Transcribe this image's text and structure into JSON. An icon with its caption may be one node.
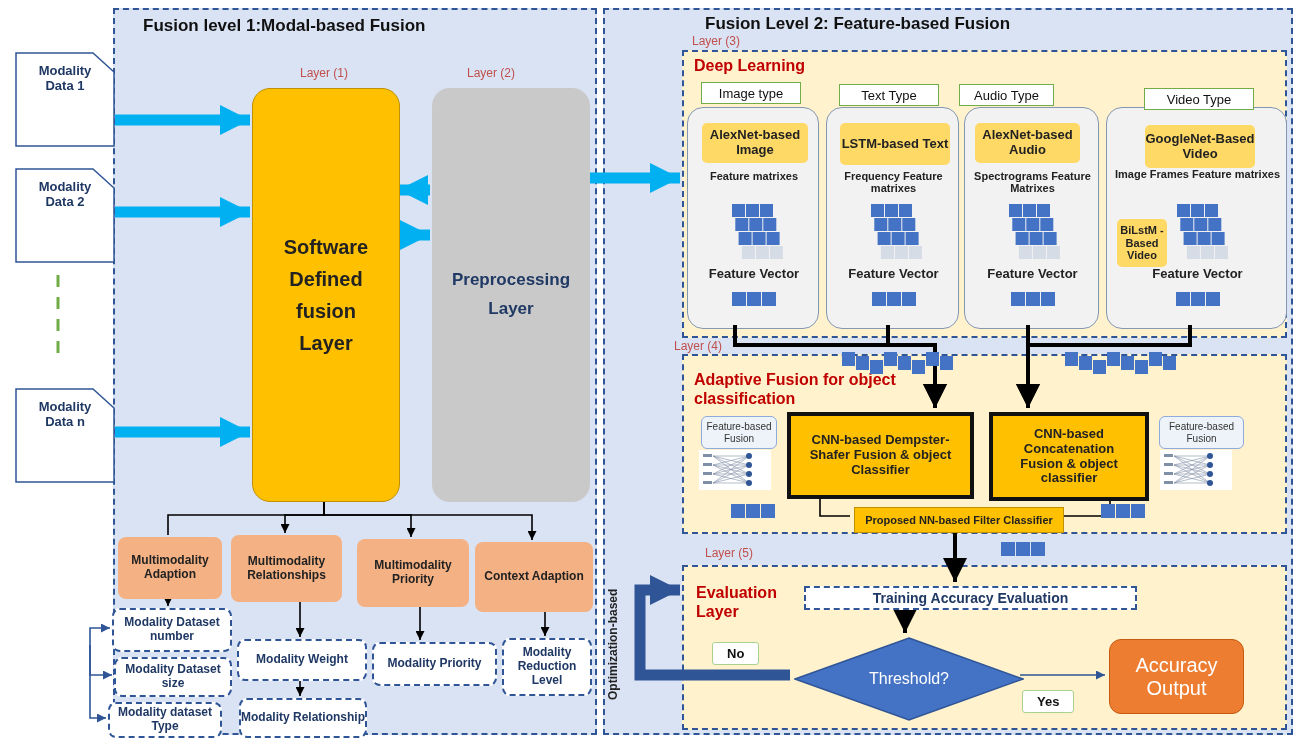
{
  "diagram": {
    "nodes": [
      {
        "text": [
          "Fusion level 1:Modal-based Fusion"
        ]
      },
      {
        "text": [
          "Modality Data 1"
        ]
      },
      {
        "text": [
          "Modality Data 2"
        ]
      },
      {
        "text": [
          "Modality Data n"
        ]
      },
      {
        "text": [
          "Software Defined fusion Layer"
        ],
        "in": 0,
        "beside": [
          "Layer (1)"
        ]
      },
      {
        "text": [
          "Preprocessing Layer"
        ],
        "in": 0,
        "beside": [
          "Layer (2)"
        ]
      },
      {
        "text": [
          "Multimodality Adaption"
        ],
        "in": 0
      },
      {
        "text": [
          "Multimodality Relationships"
        ],
        "in": 0
      },
      {
        "text": [
          "Multimodality Priority"
        ],
        "in": 0
      },
      {
        "text": [
          "Context Adaption"
        ],
        "in": 0
      },
      {
        "text": [
          "Modality Dataset number"
        ],
        "in": 0
      },
      {
        "text": [
          "Modality Dataset size"
        ],
        "in": 0
      },
      {
        "text": [
          "Modality dataset Type"
        ],
        "in": 0
      },
      {
        "text": [
          "Modality Weight"
        ],
        "in": 0
      },
      {
        "text": [
          "Modality Relationship"
        ],
        "in": 0
      },
      {
        "text": [
          "Modality Priority"
        ],
        "in": 0
      },
      {
        "text": [
          "Modality Reduction Level"
        ],
        "in": 0
      },
      {
        "text": [
          "Fusion Level 2: Feature-based Fusion"
        ]
      },
      {
        "text": [
          "Deep Learning"
        ],
        "in": 17,
        "beside": [
          "Layer (3)"
        ]
      },
      {
        "text": [
          "Image type",
          "Feature matrixes",
          "Feature Vector"
        ],
        "in": 18
      },
      {
        "text": [
          "AlexNet-based Image"
        ],
        "in": 19
      },
      {
        "text": [
          "Text Type",
          "Frequency Feature matrixes",
          "Feature Vector"
        ],
        "in": 18
      },
      {
        "text": [
          "LSTM-based Text"
        ],
        "in": 21
      },
      {
        "text": [
          "Audio Type",
          "Spectrograms Feature Matrixes",
          "Feature Vector"
        ],
        "in": 18
      },
      {
        "text": [
          "AlexNet-based Audio"
        ],
        "in": 23
      },
      {
        "text": [
          "Video Type",
          "Image Frames Feature matrixes",
          "Feature Vector"
        ],
        "in": 18
      },
      {
        "text": [
          "GoogleNet-Based Video"
        ],
        "in": 25
      },
      {
        "text": [
          "BiLstM -Based Video"
        ],
        "in": 25
      },
      {
        "text": [
          "Adaptive Fusion for object classification"
        ],
        "in": 17,
        "beside": [
          "Layer (4)"
        ]
      },
      {
        "text": [
          "Feature-based Fusion"
        ],
        "in": 28
      },
      {
        "text": [
          "CNN-based Dempster-Shafer Fusion & object Classifier"
        ],
        "in": 28
      },
      {
        "text": [
          "CNN-based Concatenation Fusion & object classifier"
        ],
        "in": 28
      },
      {
        "text": [
          "Feature-based Fusion"
        ],
        "in": 28
      },
      {
        "text": [
          "Proposed NN-based Filter Classifier"
        ],
        "in": 28
      },
      {
        "text": [
          "Evaluation Layer"
        ],
        "in": 17,
        "beside": [
          "Layer (5)"
        ]
      },
      {
        "text": [
          "Training Accuracy Evaluation"
        ],
        "in": 34
      },
      {
        "text": [
          "Threshold?"
        ],
        "in": 34
      },
      {
        "text": [
          "Accuracy Output"
        ],
        "in": 34
      }
    ],
    "edges": [
      {
        "from": 1,
        "to": 4,
        "arrow": "to",
        "style": "thick",
        "color": "#00b0f0"
      },
      {
        "from": 2,
        "to": 4,
        "arrow": "to",
        "style": "thick",
        "color": "#00b0f0"
      },
      {
        "from": 3,
        "to": 4,
        "arrow": "to",
        "style": "thick",
        "color": "#00b0f0"
      },
      {
        "from": 5,
        "to": 4,
        "arrow": "to",
        "style": "thick",
        "color": "#00b0f0"
      },
      {
        "from": 4,
        "to": 5,
        "arrow": "to",
        "style": "thick",
        "color": "#00b0f0"
      },
      {
        "from": 5,
        "to": 18,
        "arrow": "to",
        "style": "thick",
        "color": "#00b0f0"
      },
      {
        "from": 4,
        "to": 6,
        "arrow": "none"
      },
      {
        "from": 4,
        "to": 7,
        "arrow": "to"
      },
      {
        "from": 4,
        "to": 8,
        "arrow": "to"
      },
      {
        "from": 4,
        "to": 9,
        "arrow": "to"
      },
      {
        "from": 6,
        "to": 10,
        "arrow": "to"
      },
      {
        "from": null,
        "to": 10,
        "arrow": "to",
        "color": "#2f5597"
      },
      {
        "from": null,
        "to": 11,
        "arrow": "to",
        "color": "#2f5597"
      },
      {
        "from": null,
        "to": 12,
        "arrow": "to",
        "color": "#2f5597"
      },
      {
        "from": 7,
        "to": 13,
        "arrow": "to"
      },
      {
        "from": 13,
        "to": 14,
        "arrow": "to"
      },
      {
        "from": 8,
        "to": 15,
        "arrow": "to"
      },
      {
        "from": 9,
        "to": 16,
        "arrow": "to"
      },
      {
        "from": 19,
        "to": 30,
        "arrow": "to",
        "style": "thick"
      },
      {
        "from": 21,
        "to": 30,
        "arrow": "to",
        "style": "thick"
      },
      {
        "from": 23,
        "to": 31,
        "arrow": "to",
        "style": "thick"
      },
      {
        "from": 25,
        "to": 31,
        "arrow": "to",
        "style": "thick"
      },
      {
        "from": 30,
        "to": 33,
        "arrow": "none"
      },
      {
        "from": 31,
        "to": 33,
        "arrow": "none"
      },
      {
        "from": 33,
        "to": 35,
        "arrow": "to",
        "style": "thick"
      },
      {
        "from": 35,
        "to": 36,
        "arrow": "to",
        "style": "thick"
      },
      {
        "from": 36,
        "to": 37,
        "arrow": "to",
        "label": "Yes",
        "color": "#2f5597"
      },
      {
        "from": 36,
        "to": 34,
        "arrow": "to",
        "label": "No",
        "style": "thick",
        "color": "#2f5597"
      }
    ],
    "labels": [
      "Optimization-based"
    ]
  }
}
